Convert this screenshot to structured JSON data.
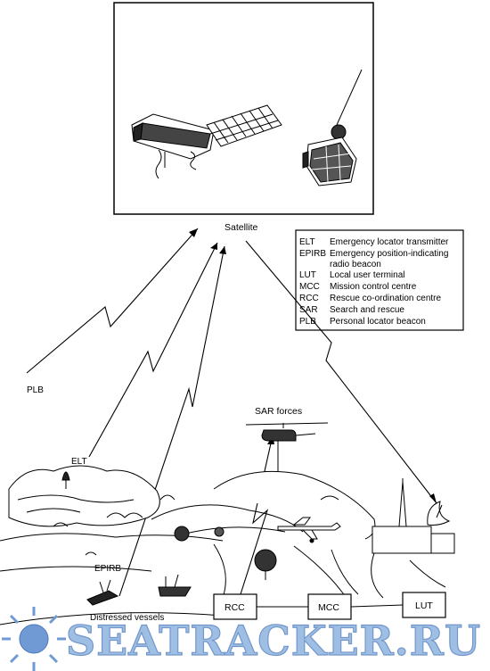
{
  "labels": {
    "satellite": "Satellite",
    "plb": "PLB",
    "elt": "ELT",
    "epirb": "EPIRB",
    "sar_forces": "SAR forces",
    "distressed_vessels": "Distressed vessels"
  },
  "stations": {
    "rcc": "RCC",
    "mcc": "MCC",
    "lut": "LUT"
  },
  "legend": [
    {
      "abbr": "ELT",
      "text": "Emergency locator transmitter",
      "text2": ""
    },
    {
      "abbr": "EPIRB",
      "text": "Emergency position-indicating",
      "text2": "radio beacon"
    },
    {
      "abbr": "LUT",
      "text": "Local user terminal",
      "text2": ""
    },
    {
      "abbr": "MCC",
      "text": "Mission control centre",
      "text2": ""
    },
    {
      "abbr": "RCC",
      "text": "Rescue co-ordination centre",
      "text2": ""
    },
    {
      "abbr": "SAR",
      "text": "Search and rescue",
      "text2": ""
    },
    {
      "abbr": "PLB",
      "text": "Personal locator beacon",
      "text2": ""
    }
  ],
  "watermark": "SEATRACKER.RU",
  "colors": {
    "ink": "#000000",
    "paper": "#ffffff",
    "watermark": "#8fb3df"
  }
}
